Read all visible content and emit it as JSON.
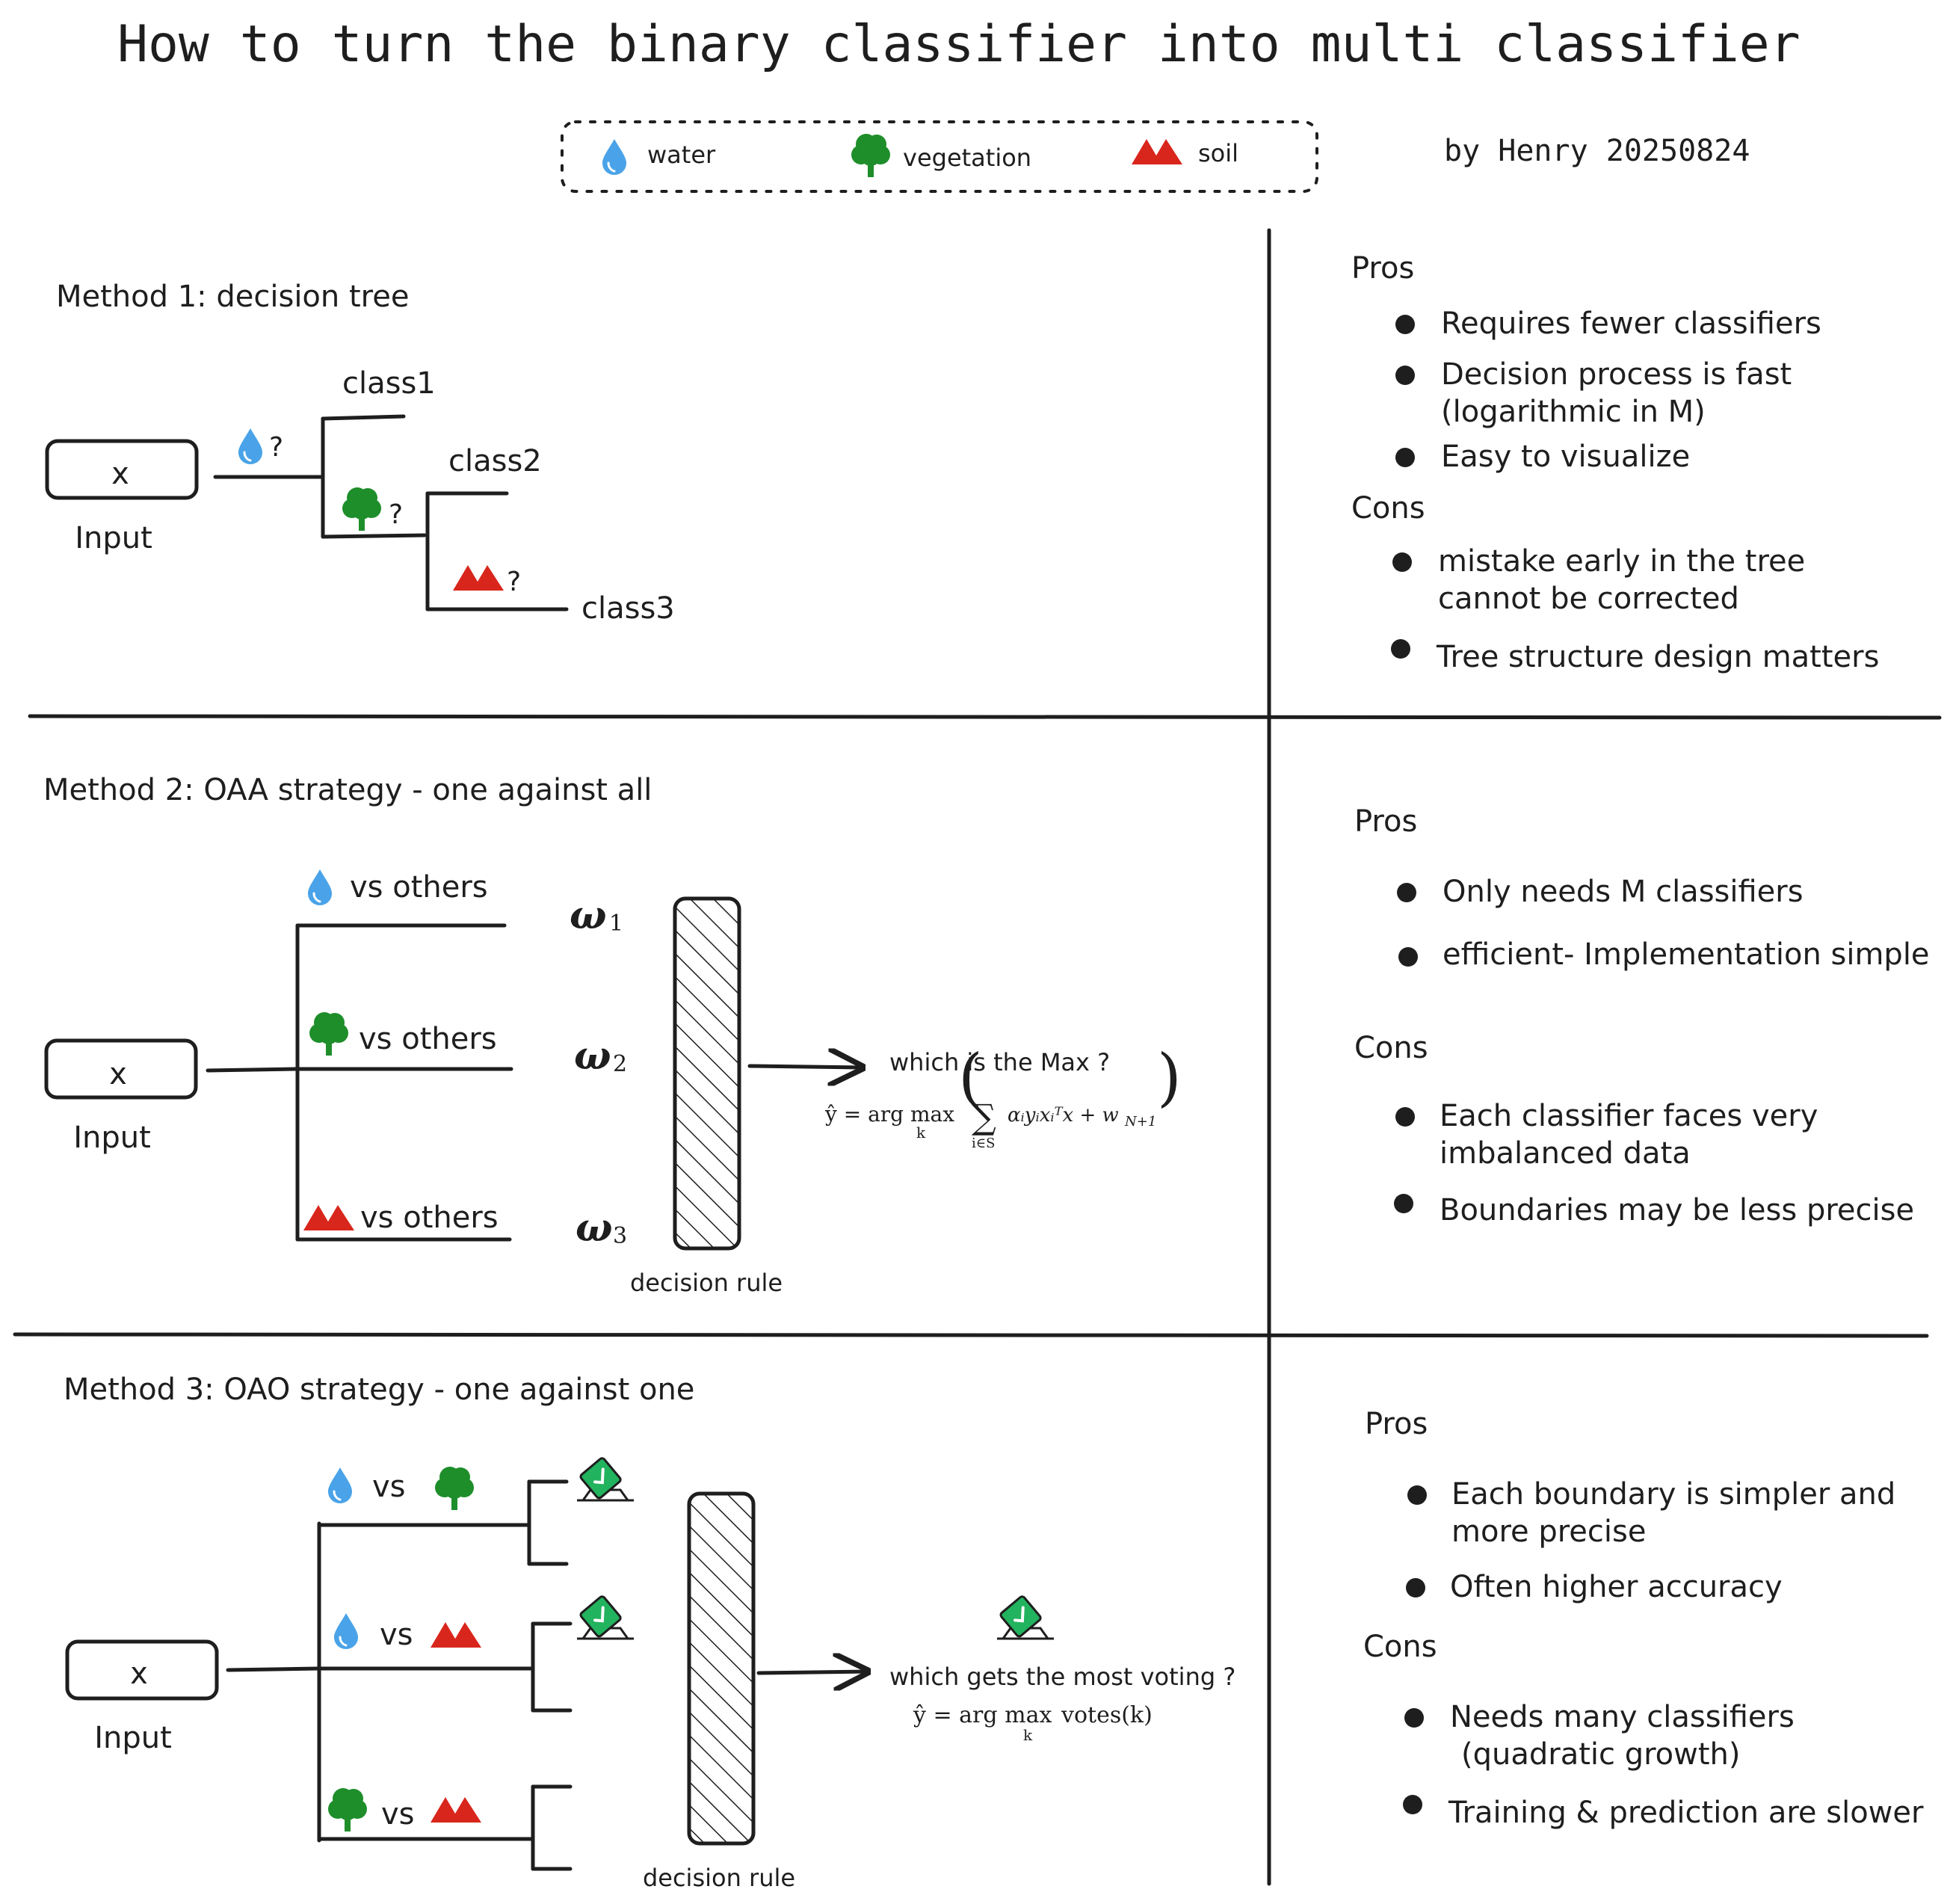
{
  "title": "How to turn the binary classifier into multi classifier",
  "author": "by Henry 20250824",
  "legend": {
    "items": [
      {
        "icon": "water-drop-icon",
        "label": "water"
      },
      {
        "icon": "tree-icon",
        "label": "vegetation"
      },
      {
        "icon": "mountain-icon",
        "label": "soil"
      }
    ]
  },
  "colors": {
    "water": "#4aa3e8",
    "vegetation": "#1e8e2a",
    "soil": "#d9261c",
    "ballot": "#22b35e",
    "ink": "#1e1e1e"
  },
  "method1": {
    "title": "Method 1: decision tree",
    "input_symbol": "x",
    "input_label": "Input",
    "question_mark": "?",
    "class1": "class1",
    "class2": "class2",
    "class3": "class3",
    "pros_title": "Pros",
    "pros": [
      "Requires fewer classifiers",
      "Decision process is fast",
      "Easy to visualize"
    ],
    "pros_cont": "(logarithmic in M)",
    "cons_title": "Cons",
    "cons": [
      "mistake early in the tree",
      "Tree structure design matters"
    ],
    "cons_cont": "cannot be corrected"
  },
  "method2": {
    "title": "Method 2: OAA strategy - one against all",
    "input_symbol": "x",
    "input_label": "Input",
    "vs_others": "vs others",
    "omega": "ω",
    "omega_subs": [
      "1",
      "2",
      "3"
    ],
    "decision_rule": "decision rule",
    "question": "which is the Max ?",
    "formula": {
      "lhs": "ŷ = arg max",
      "sub_k": "k",
      "sum": "∑",
      "sub_s": "i∈S",
      "body": "αᵢyᵢxᵢᵀx + w",
      "sub_n": "N+1"
    },
    "pros_title": "Pros",
    "pros": [
      "Only needs M classifiers",
      "efficient- Implementation simple"
    ],
    "cons_title": "Cons",
    "cons": [
      "Each classifier faces very",
      "Boundaries may be less precise"
    ],
    "cons_cont": "imbalanced data"
  },
  "method3": {
    "title": "Method 3: OAO strategy - one against one",
    "input_symbol": "x",
    "input_label": "Input",
    "vs": "vs",
    "decision_rule": "decision rule",
    "question": "which gets the most voting ?",
    "formula": {
      "lhs": "ŷ = arg max",
      "sub_k": "k",
      "body": "votes(k)"
    },
    "pros_title": "Pros",
    "pros": [
      "Each boundary is simpler and",
      "Often higher accuracy"
    ],
    "pros_cont": "more precise",
    "cons_title": "Cons",
    "cons": [
      "Needs many classifiers",
      "Training & prediction are slower"
    ],
    "cons_cont": "(quadratic growth)"
  }
}
